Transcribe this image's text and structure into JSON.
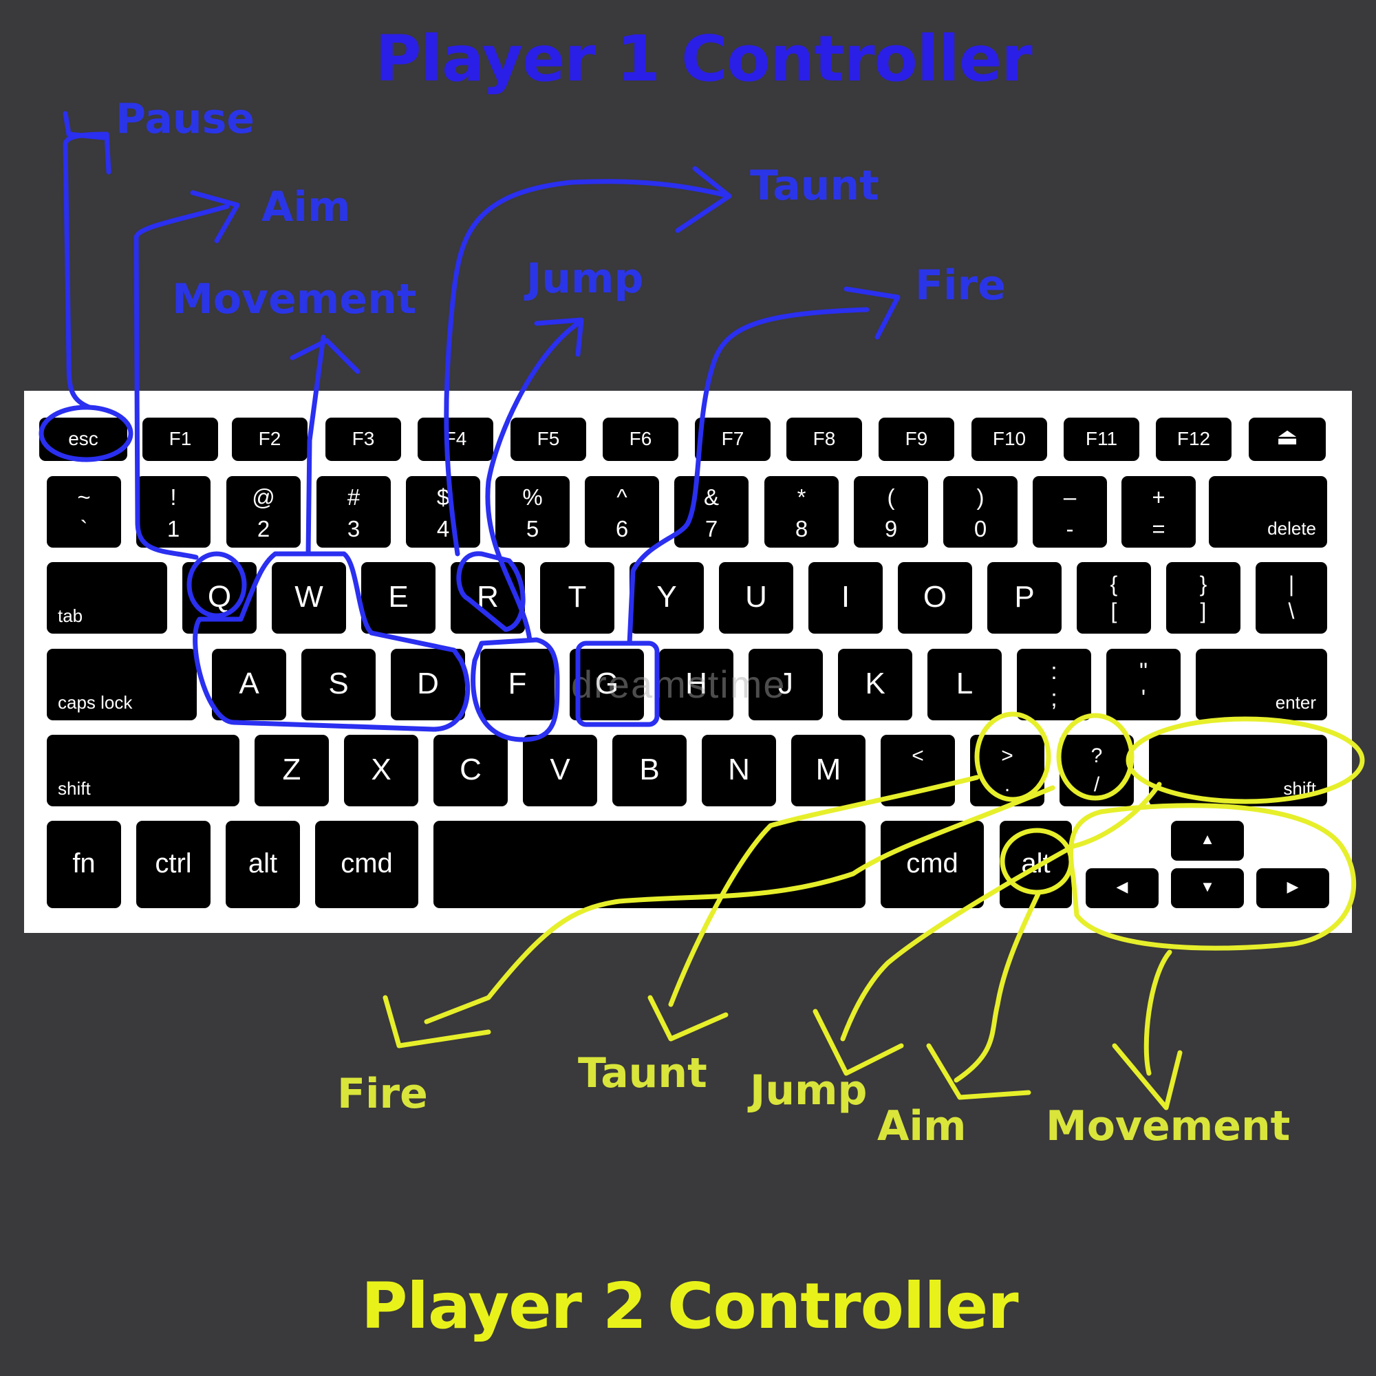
{
  "player1": {
    "title": "Player 1 Controller",
    "labels": {
      "pause": "Pause",
      "aim": "Aim",
      "movement": "Movement",
      "jump": "Jump",
      "taunt": "Taunt",
      "fire": "Fire"
    },
    "color": "#2a35e8"
  },
  "player2": {
    "title": "Player 2 Controller",
    "labels": {
      "fire": "Fire",
      "taunt": "Taunt",
      "jump": "Jump",
      "aim": "Aim",
      "movement": "Movement"
    },
    "color": "#e8f21a"
  },
  "watermark": "dreamstime",
  "keyboard": {
    "function_row": [
      "esc",
      "F1",
      "F2",
      "F3",
      "F4",
      "F5",
      "F6",
      "F7",
      "F8",
      "F9",
      "F10",
      "F11",
      "F12",
      "eject-icon"
    ],
    "number_row": [
      {
        "top": "~",
        "bottom": "`"
      },
      {
        "top": "!",
        "bottom": "1"
      },
      {
        "top": "@",
        "bottom": "2"
      },
      {
        "top": "#",
        "bottom": "3"
      },
      {
        "top": "$",
        "bottom": "4"
      },
      {
        "top": "%",
        "bottom": "5"
      },
      {
        "top": "^",
        "bottom": "6"
      },
      {
        "top": "&",
        "bottom": "7"
      },
      {
        "top": "*",
        "bottom": "8"
      },
      {
        "top": "(",
        "bottom": "9"
      },
      {
        "top": ")",
        "bottom": "0"
      },
      {
        "top": "–",
        "bottom": "-"
      },
      {
        "top": "+",
        "bottom": "="
      },
      {
        "label": "delete"
      }
    ],
    "tab_row": [
      "tab",
      "Q",
      "W",
      "E",
      "R",
      "T",
      "Y",
      "U",
      "I",
      "O",
      "P",
      {
        "top": "{",
        "bottom": "["
      },
      {
        "top": "}",
        "bottom": "]"
      },
      {
        "top": "|",
        "bottom": "\\"
      }
    ],
    "caps_row": [
      "caps lock",
      "A",
      "S",
      "D",
      "F",
      "G",
      "H",
      "J",
      "K",
      "L",
      {
        "top": ":",
        "bottom": ";"
      },
      {
        "top": "\"",
        "bottom": "'"
      },
      "enter"
    ],
    "shift_row": [
      "shift",
      "Z",
      "X",
      "C",
      "V",
      "B",
      "N",
      "M",
      {
        "top": "<",
        "bottom": ","
      },
      {
        "top": ">",
        "bottom": "."
      },
      {
        "top": "?",
        "bottom": "/"
      },
      "shift"
    ],
    "bottom_row": [
      "fn",
      "ctrl",
      "alt",
      "cmd",
      "",
      "cmd",
      "alt"
    ],
    "arrows": [
      "arrow-up-icon",
      "arrow-left-icon",
      "arrow-down-icon",
      "arrow-right-icon"
    ]
  }
}
